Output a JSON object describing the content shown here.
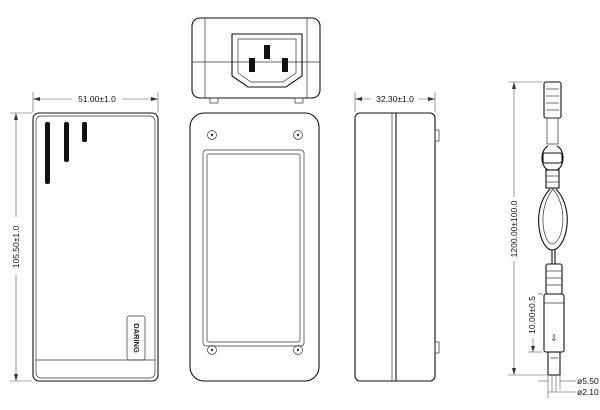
{
  "dimensions": {
    "width": "51.00±1.0",
    "height": "105.50±1.0",
    "depth": "32.30±1.0",
    "cable_length": "1200.00±100.0",
    "plug_length": "10.00±0.5",
    "outer_diameter": "ø5.50",
    "inner_diameter": "ø2.10"
  },
  "brand": {
    "logo_text": "DARING"
  }
}
